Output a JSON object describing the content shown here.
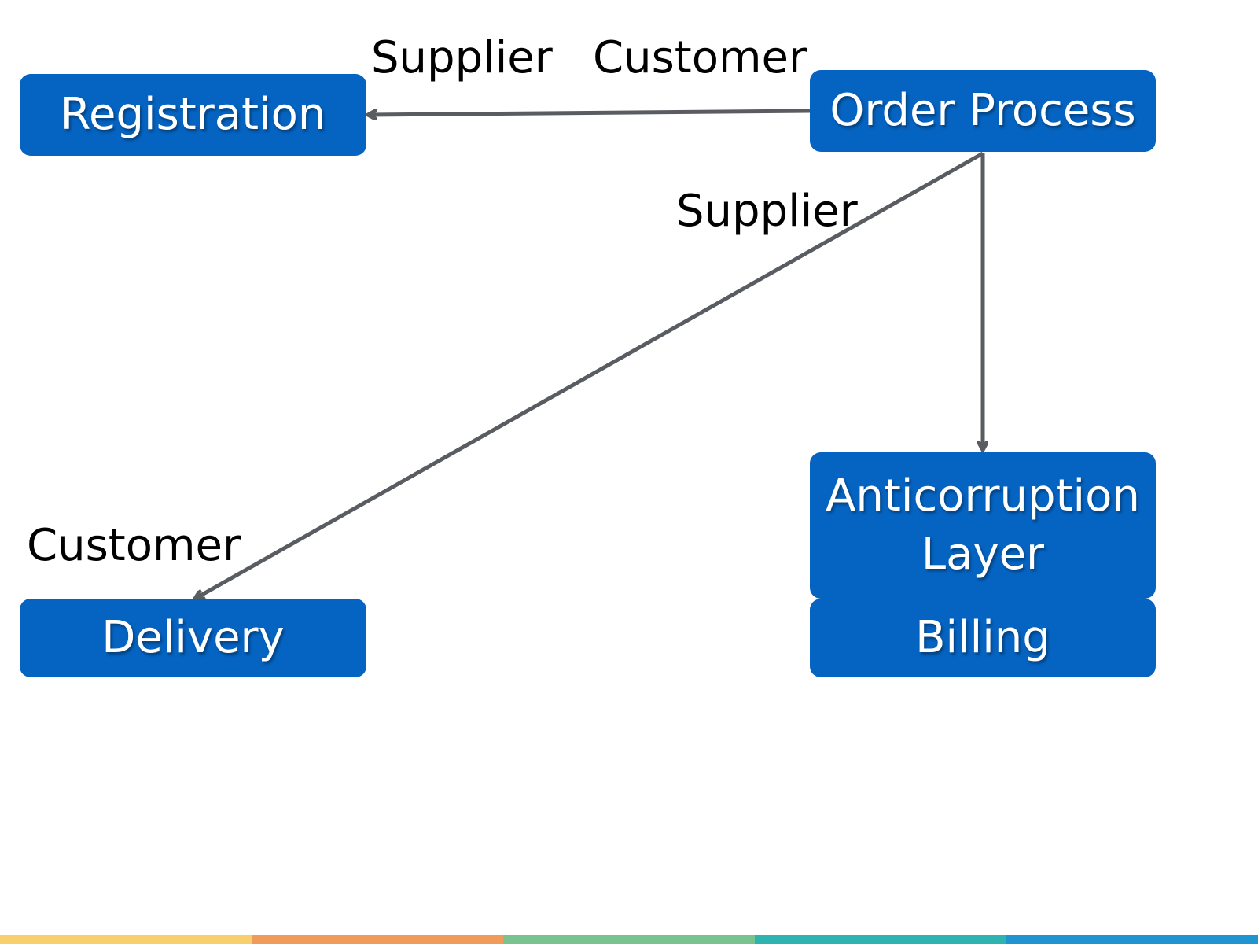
{
  "nodes": {
    "registration": "Registration",
    "order_process": "Order Process",
    "delivery": "Delivery",
    "anticorruption_line1": "Anticorruption",
    "anticorruption_line2": "Layer",
    "billing": "Billing"
  },
  "edge_labels": {
    "registration_order_left": "Supplier",
    "registration_order_right": "Customer",
    "order_delivery_top": "Supplier",
    "order_delivery_bottom": "Customer"
  },
  "colors": {
    "node_fill": "#0563c1",
    "node_text": "#ffffff",
    "connector": "#595c61",
    "label_text": "#000000",
    "bar": [
      "#f7cf6d",
      "#f09a5c",
      "#78c38e",
      "#2fb3b0",
      "#1f94cf"
    ]
  }
}
